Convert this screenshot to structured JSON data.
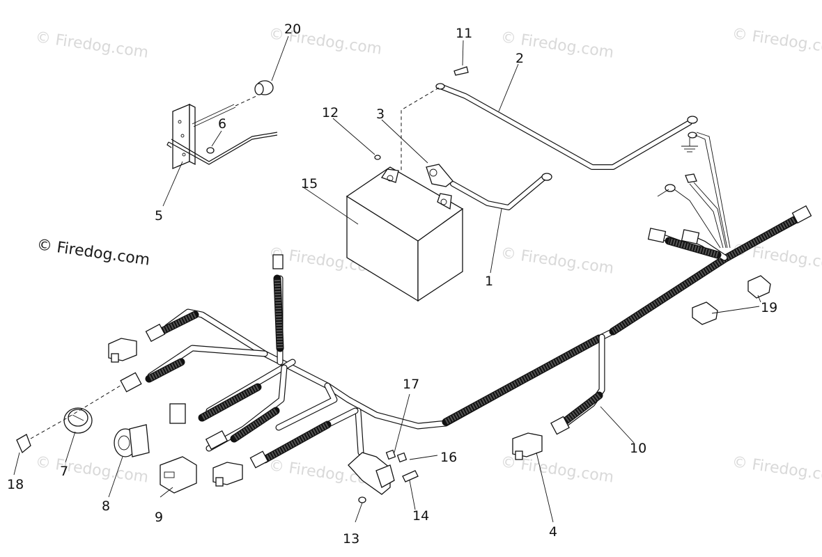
{
  "watermark": {
    "text": "© Firedog.com"
  },
  "callouts": {
    "c1": "1",
    "c2": "2",
    "c3": "3",
    "c4": "4",
    "c5": "5",
    "c6": "6",
    "c7": "7",
    "c8": "8",
    "c9": "9",
    "c10": "10",
    "c11": "11",
    "c12": "12",
    "c13": "13",
    "c14": "14",
    "c15": "15",
    "c16": "16",
    "c17": "17",
    "c18": "18",
    "c19": "19",
    "c20": "20"
  }
}
